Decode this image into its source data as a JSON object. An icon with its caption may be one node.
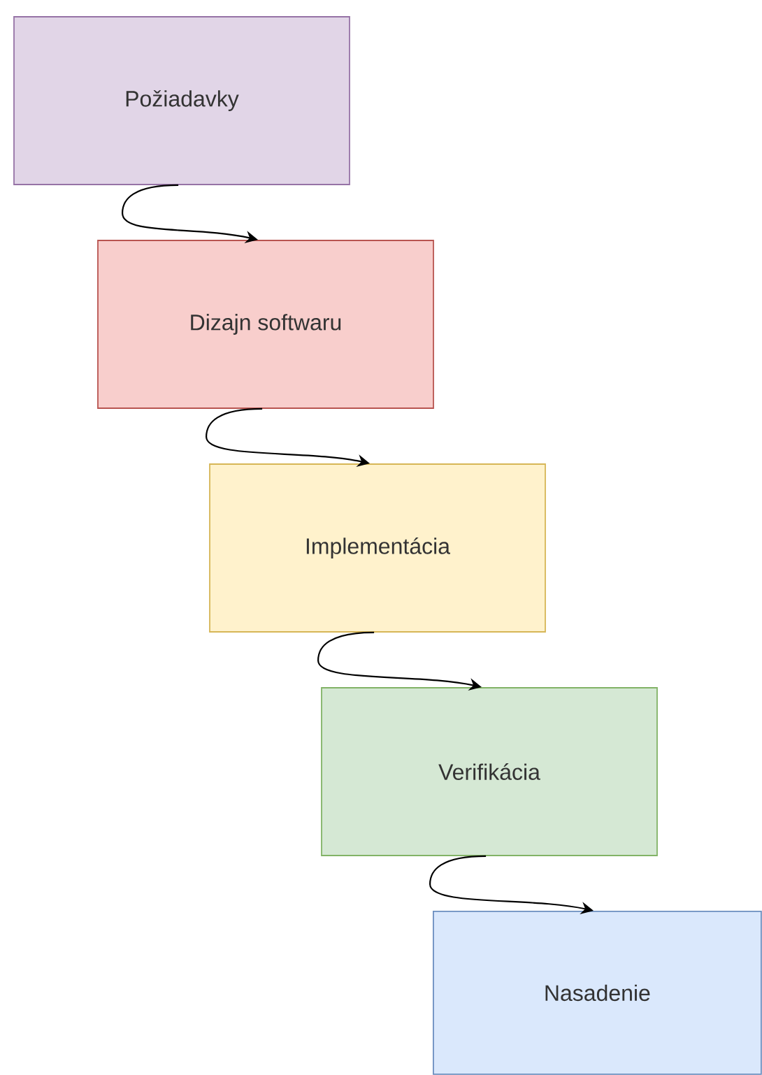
{
  "diagram": {
    "nodes": [
      {
        "text": [
          "Požiadavky"
        ]
      },
      {
        "text": [
          "Dizajn softwaru"
        ]
      },
      {
        "text": [
          "Implementácia"
        ]
      },
      {
        "text": [
          "Verifikácia"
        ]
      },
      {
        "text": [
          "Nasadenie"
        ]
      }
    ],
    "edges": [
      {
        "from": 0,
        "to": 1,
        "arrow": "to"
      },
      {
        "from": 1,
        "to": 2,
        "arrow": "to"
      },
      {
        "from": 2,
        "to": 3,
        "arrow": "to"
      },
      {
        "from": 3,
        "to": 4,
        "arrow": "to"
      }
    ]
  }
}
